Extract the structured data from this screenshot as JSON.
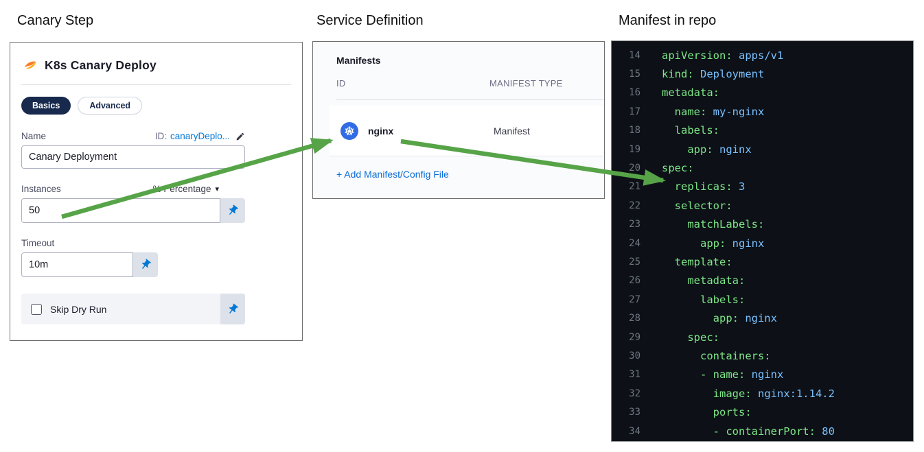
{
  "sections": {
    "canary_step": "Canary Step",
    "service_definition": "Service Definition",
    "manifest_in_repo": "Manifest in repo"
  },
  "canary_panel": {
    "title": "K8s Canary Deploy",
    "title_icon": "canary-bird-icon",
    "tabs": [
      {
        "label": "Basics",
        "active": true
      },
      {
        "label": "Advanced",
        "active": false
      }
    ],
    "name_label": "Name",
    "id_prefix": "ID:",
    "id_value": "canaryDeplo...",
    "name_value": "Canary Deployment",
    "instances_label": "Instances",
    "instances_unit": "% Percentage",
    "instances_value": "50",
    "timeout_label": "Timeout",
    "timeout_value": "10m",
    "skip_dry_run_label": "Skip Dry Run",
    "skip_dry_run_checked": false
  },
  "service_panel": {
    "title": "Manifests",
    "columns": [
      "ID",
      "MANIFEST TYPE"
    ],
    "rows": [
      {
        "id": "nginx",
        "type": "Manifest",
        "icon": "kubernetes-icon"
      }
    ],
    "add_link": "+ Add Manifest/Config File"
  },
  "editor": {
    "lines": [
      {
        "num": 14,
        "indent": 0,
        "key": "apiVersion:",
        "value": "apps/v1"
      },
      {
        "num": 15,
        "indent": 0,
        "key": "kind:",
        "value": "Deployment"
      },
      {
        "num": 16,
        "indent": 0,
        "key": "metadata:",
        "value": ""
      },
      {
        "num": 17,
        "indent": 1,
        "key": "name:",
        "value": "my-nginx"
      },
      {
        "num": 18,
        "indent": 1,
        "key": "labels:",
        "value": ""
      },
      {
        "num": 19,
        "indent": 2,
        "key": "app:",
        "value": "nginx"
      },
      {
        "num": 20,
        "indent": 0,
        "key": "spec:",
        "value": ""
      },
      {
        "num": 21,
        "indent": 1,
        "key": "replicas:",
        "value": "3"
      },
      {
        "num": 22,
        "indent": 1,
        "key": "selector:",
        "value": ""
      },
      {
        "num": 23,
        "indent": 2,
        "key": "matchLabels:",
        "value": ""
      },
      {
        "num": 24,
        "indent": 3,
        "key": "app:",
        "value": "nginx"
      },
      {
        "num": 25,
        "indent": 1,
        "key": "template:",
        "value": ""
      },
      {
        "num": 26,
        "indent": 2,
        "key": "metadata:",
        "value": ""
      },
      {
        "num": 27,
        "indent": 3,
        "key": "labels:",
        "value": ""
      },
      {
        "num": 28,
        "indent": 4,
        "key": "app:",
        "value": "nginx"
      },
      {
        "num": 29,
        "indent": 2,
        "key": "spec:",
        "value": ""
      },
      {
        "num": 30,
        "indent": 3,
        "key": "containers:",
        "value": ""
      },
      {
        "num": 31,
        "indent": 3,
        "key": "- name:",
        "value": "nginx"
      },
      {
        "num": 32,
        "indent": 4,
        "key": "image:",
        "value": "nginx:1.14.2"
      },
      {
        "num": 33,
        "indent": 4,
        "key": "ports:",
        "value": ""
      },
      {
        "num": 34,
        "indent": 4,
        "key": "- containerPort:",
        "value": "80"
      }
    ]
  },
  "annotations": {
    "arrow_color": "#56a447",
    "connections": [
      {
        "from": "instances-value-50",
        "to": "manifest-row-nginx"
      },
      {
        "from": "manifest-row-nginx",
        "to": "code-line-replicas-3"
      }
    ]
  },
  "colors": {
    "accent_blue": "#0278d5",
    "tab_active_bg": "#17294d",
    "editor_bg": "#0d1117",
    "editor_line_number": "#6e7681",
    "editor_key": "#7ee787",
    "editor_value": "#79c0ff",
    "kubernetes_blue": "#326ce5"
  }
}
